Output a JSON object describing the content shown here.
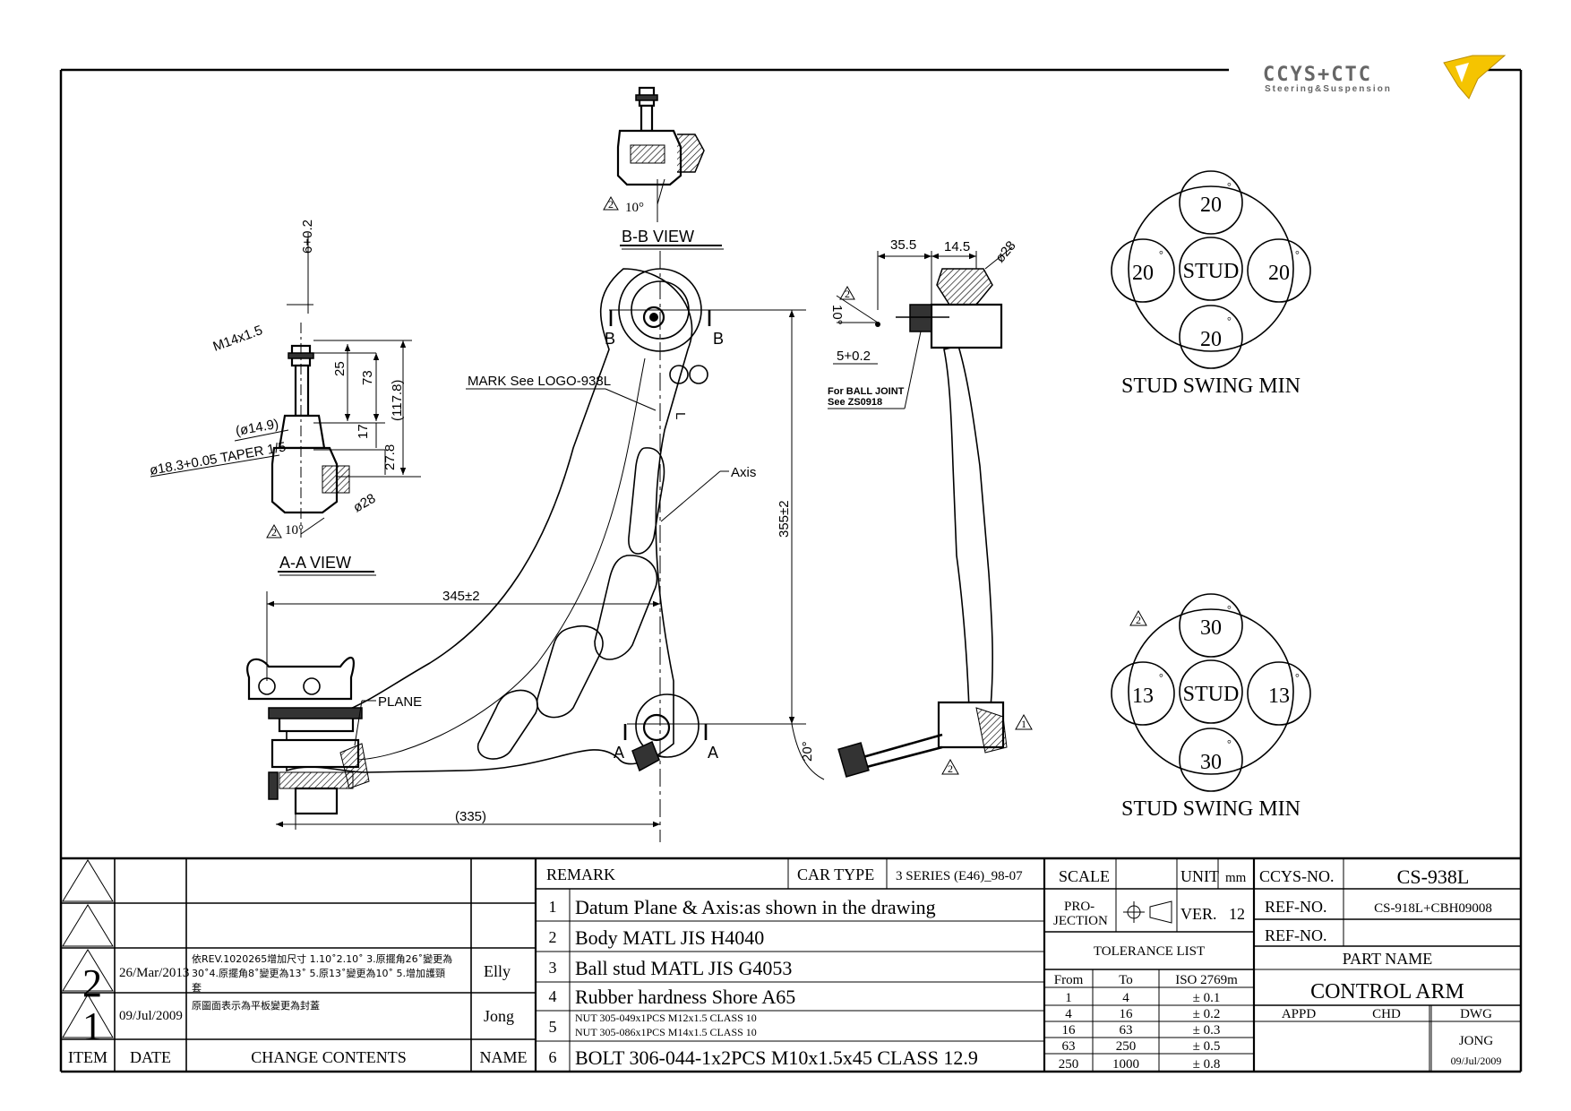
{
  "logo": {
    "brand": "CCYS+CTC",
    "tagline": "Steering&Suspension"
  },
  "views": {
    "bb": {
      "title": "B-B VIEW",
      "angle": "10°"
    },
    "aa": {
      "title": "A-A VIEW",
      "thread": "M14x1.5",
      "tol_top": "6+0.2",
      "d25": "25",
      "d73": "73",
      "d117": "(117.8)",
      "d17": "17",
      "d27": "27.8",
      "dia149": "(ø14.9)",
      "taper": "ø18.3+0.05 TAPER 1/5",
      "dia28": "ø28",
      "angle": "10°"
    },
    "main": {
      "mark": "MARK See LOGO-938L",
      "axis": "Axis",
      "plane": "PLANE",
      "d345": "345±2",
      "d335": "(335)",
      "d355": "355±2",
      "angle20": "20°",
      "sec_b": "B",
      "sec_a": "A",
      "letter_l": "L"
    },
    "side": {
      "d355b": "35.5",
      "d145": "14.5",
      "dia28": "ø28",
      "angle10": "10°",
      "tol5": "5+0.2",
      "note1": "For BALL JOINT",
      "note2": "See ZS0918"
    }
  },
  "swing": [
    {
      "top": "20",
      "left": "20",
      "center": "STUD",
      "right": "20",
      "bottom": "20",
      "deg": "°",
      "label": "STUD SWING MIN"
    },
    {
      "top": "30",
      "left": "13",
      "center": "STUD",
      "right": "13",
      "bottom": "30",
      "deg": "°",
      "label": "STUD SWING MIN"
    }
  ],
  "revision": {
    "headers": {
      "item": "ITEM",
      "date": "DATE",
      "contents": "CHANGE CONTENTS",
      "name": "NAME"
    },
    "rows": [
      {
        "item": "2",
        "date": "26/Mar/2013",
        "line1": "依REV.1020265增加尺寸 1.10˚2.10˚ 3.原擺角26˚變更為",
        "line2": "30˚4.原擺角8˚變更為13˚ 5.原13˚變更為10˚ 5.增加護頸",
        "line3": "套",
        "name": "Elly"
      },
      {
        "item": "1",
        "date": "09/Jul/2009",
        "line1": "原圖面表示為平板變更為封蓋",
        "name": "Jong"
      }
    ]
  },
  "remarks": {
    "header": "REMARK",
    "car_type_label": "CAR TYPE",
    "car_type": "3 SERIES (E46)_98-07",
    "items": [
      {
        "no": "1",
        "text": "Datum Plane & Axis:as shown in the drawing"
      },
      {
        "no": "2",
        "text": "Body MATL JIS H4040"
      },
      {
        "no": "3",
        "text": "Ball stud MATL JIS G4053"
      },
      {
        "no": "4",
        "text": "Rubber hardness Shore A65"
      },
      {
        "no": "5",
        "text": "NUT 305-049x1PCS M12x1.5 CLASS 10",
        "text2": "NUT 305-086x1PCS M14x1.5 CLASS 10"
      },
      {
        "no": "6",
        "text": "BOLT 306-044-1x2PCS M10x1.5x45 CLASS 12.9"
      }
    ]
  },
  "specs": {
    "scale": "SCALE",
    "unit": "UNIT",
    "unit_val": "mm",
    "projection": [
      "PRO-",
      "JECTION"
    ],
    "ver_label": "VER.",
    "ver": "12",
    "tol_title": "TOLERANCE LIST",
    "tol_headers": [
      "From",
      "To",
      "ISO 2769m"
    ],
    "tol_rows": [
      [
        "1",
        "4",
        "± 0.1"
      ],
      [
        "4",
        "16",
        "± 0.2"
      ],
      [
        "16",
        "63",
        "± 0.3"
      ],
      [
        "63",
        "250",
        "± 0.5"
      ],
      [
        "250",
        "1000",
        "± 0.8"
      ]
    ]
  },
  "title_block": {
    "ccys_label": "CCYS-NO.",
    "ccys": "CS-938L",
    "ref_label": "REF-NO.",
    "ref": "CS-918L+CBH09008",
    "ref_label2": "REF-NO.",
    "ref2": "",
    "part_name_label": "PART NAME",
    "part_name": "CONTROL ARM",
    "appd": "APPD",
    "chd": "CHD",
    "dwg": "DWG",
    "dwg_name": "JONG",
    "dwg_date": "09/Jul/2009"
  }
}
